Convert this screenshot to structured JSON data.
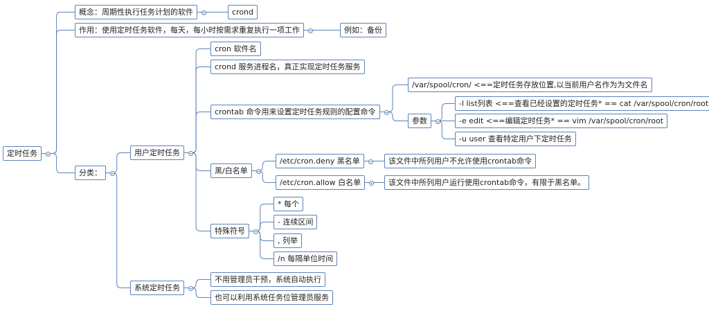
{
  "mindmap": {
    "root": "定时任务",
    "concept": {
      "label": "概念：周期性执行任务计划的软件",
      "child": "crond"
    },
    "purpose": {
      "label": "作用：使用定时任务软件，每天，每小时按需求重复执行一项工作",
      "child": "例如：备份"
    },
    "category": {
      "label": "分类：",
      "user": {
        "label": "用户定时任务",
        "software_name": "cron 软件名",
        "service_name": "crond 服务进程名，真正实现定时任务服务",
        "crontab": {
          "label": "crontab 命令用来设置定时任务规则的配置命令",
          "location": "/var/spool/cron/ <==定时任务存放位置,以当前用户名作为为文件名",
          "params": {
            "label": "参数",
            "list": "-l list列表 <==查看已经设置的定时任务* == cat /var/spool/cron/root",
            "edit": "-e edit <==编辑定时任务* == vim /var/spool/cron/root",
            "user": "-u user 查看特定用户下定时任务"
          }
        },
        "blackwhite": {
          "label": "黑/白名单",
          "deny": "/etc/cron.deny 黑名单",
          "deny_note": "该文件中所列用户不允许使用crontab命令",
          "allow": "/etc/cron.allow 白名单",
          "allow_note": "该文件中所列用户运行使用crontab命令，有限于黑名单。"
        },
        "symbols": {
          "label": "特殊符号",
          "every": "* 每个",
          "range": "- 连续区间",
          "list": ", 列举",
          "step": "/n 每隔单位时间"
        }
      },
      "system": {
        "label": "系统定时任务",
        "auto": "不用管理员干预，系统自动执行",
        "usage": "也可以利用系统任务位管理员服务"
      }
    }
  },
  "colors": {
    "line": "#5c82b8",
    "border": "#5c82b8",
    "text": "#222222"
  }
}
